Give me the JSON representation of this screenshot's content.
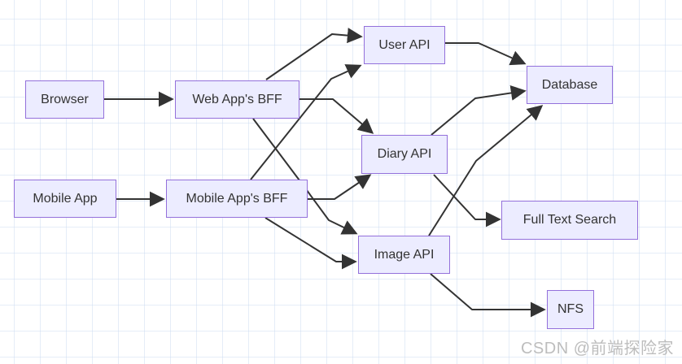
{
  "diagram": {
    "type": "flowchart",
    "nodes": [
      {
        "id": "browser",
        "label": "Browser"
      },
      {
        "id": "web_bff",
        "label": "Web App's BFF"
      },
      {
        "id": "mobile_app",
        "label": "Mobile App"
      },
      {
        "id": "mobile_bff",
        "label": "Mobile App's BFF"
      },
      {
        "id": "user_api",
        "label": "User API"
      },
      {
        "id": "diary_api",
        "label": "Diary API"
      },
      {
        "id": "image_api",
        "label": "Image API"
      },
      {
        "id": "database",
        "label": "Database"
      },
      {
        "id": "fts",
        "label": "Full Text Search"
      },
      {
        "id": "nfs",
        "label": "NFS"
      }
    ],
    "edges": [
      {
        "from": "browser",
        "to": "web_bff"
      },
      {
        "from": "mobile_app",
        "to": "mobile_bff"
      },
      {
        "from": "web_bff",
        "to": "user_api"
      },
      {
        "from": "web_bff",
        "to": "diary_api"
      },
      {
        "from": "web_bff",
        "to": "image_api"
      },
      {
        "from": "mobile_bff",
        "to": "user_api"
      },
      {
        "from": "mobile_bff",
        "to": "diary_api"
      },
      {
        "from": "mobile_bff",
        "to": "image_api"
      },
      {
        "from": "user_api",
        "to": "database"
      },
      {
        "from": "diary_api",
        "to": "database"
      },
      {
        "from": "image_api",
        "to": "database"
      },
      {
        "from": "diary_api",
        "to": "fts"
      },
      {
        "from": "image_api",
        "to": "nfs"
      }
    ],
    "colors": {
      "node_fill": "#ECECFF",
      "node_border": "#9370DB",
      "edge": "#333333",
      "text": "#333333",
      "grid": "#CBDBF0"
    }
  },
  "watermark": {
    "text": "CSDN @前端探险家"
  }
}
